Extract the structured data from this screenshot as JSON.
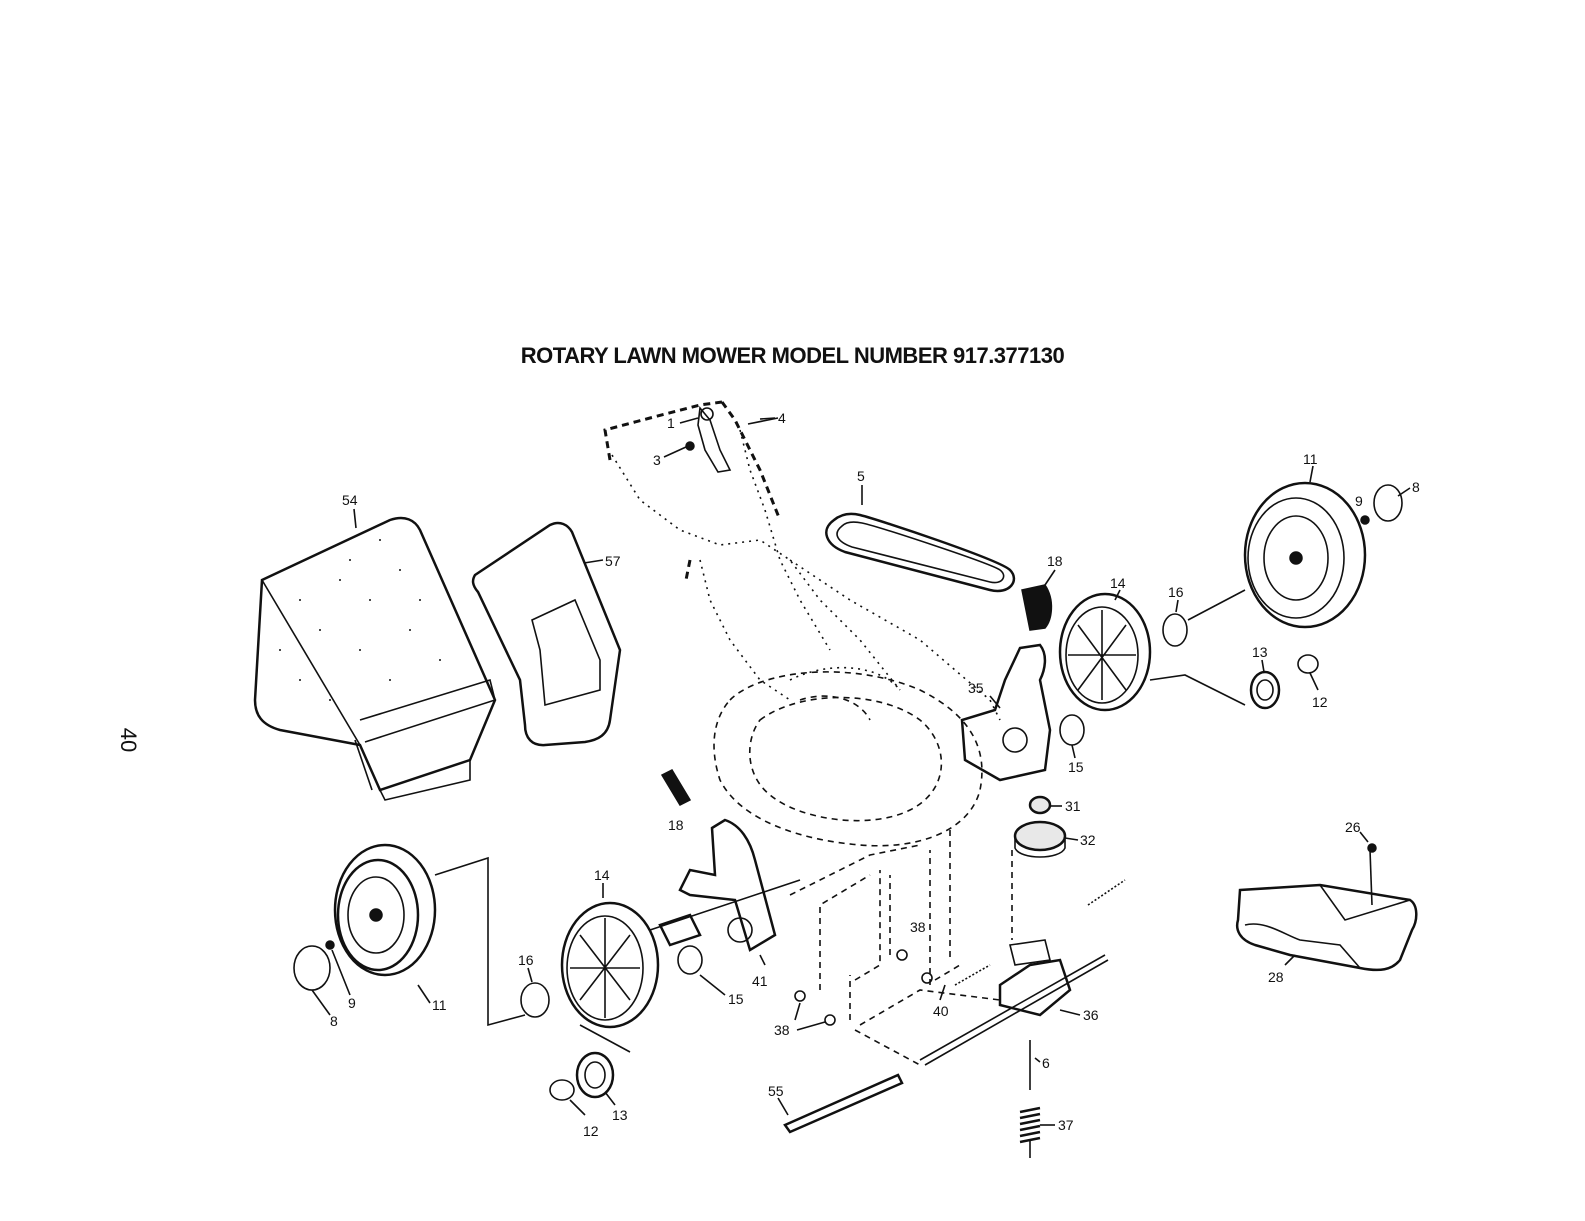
{
  "title": "ROTARY LAWN MOWER MODEL NUMBER 917.377130",
  "page_number": "40",
  "callouts": [
    "1",
    "3",
    "4",
    "5",
    "54",
    "57",
    "18",
    "14",
    "16",
    "11",
    "9",
    "8",
    "13",
    "12",
    "35",
    "15",
    "31",
    "32",
    "26",
    "28",
    "18",
    "14",
    "16",
    "11",
    "9",
    "8",
    "41",
    "15",
    "38",
    "38",
    "40",
    "36",
    "6",
    "37",
    "55",
    "13",
    "12"
  ],
  "colors": {
    "ink": "#111111",
    "paper": "#ffffff"
  }
}
